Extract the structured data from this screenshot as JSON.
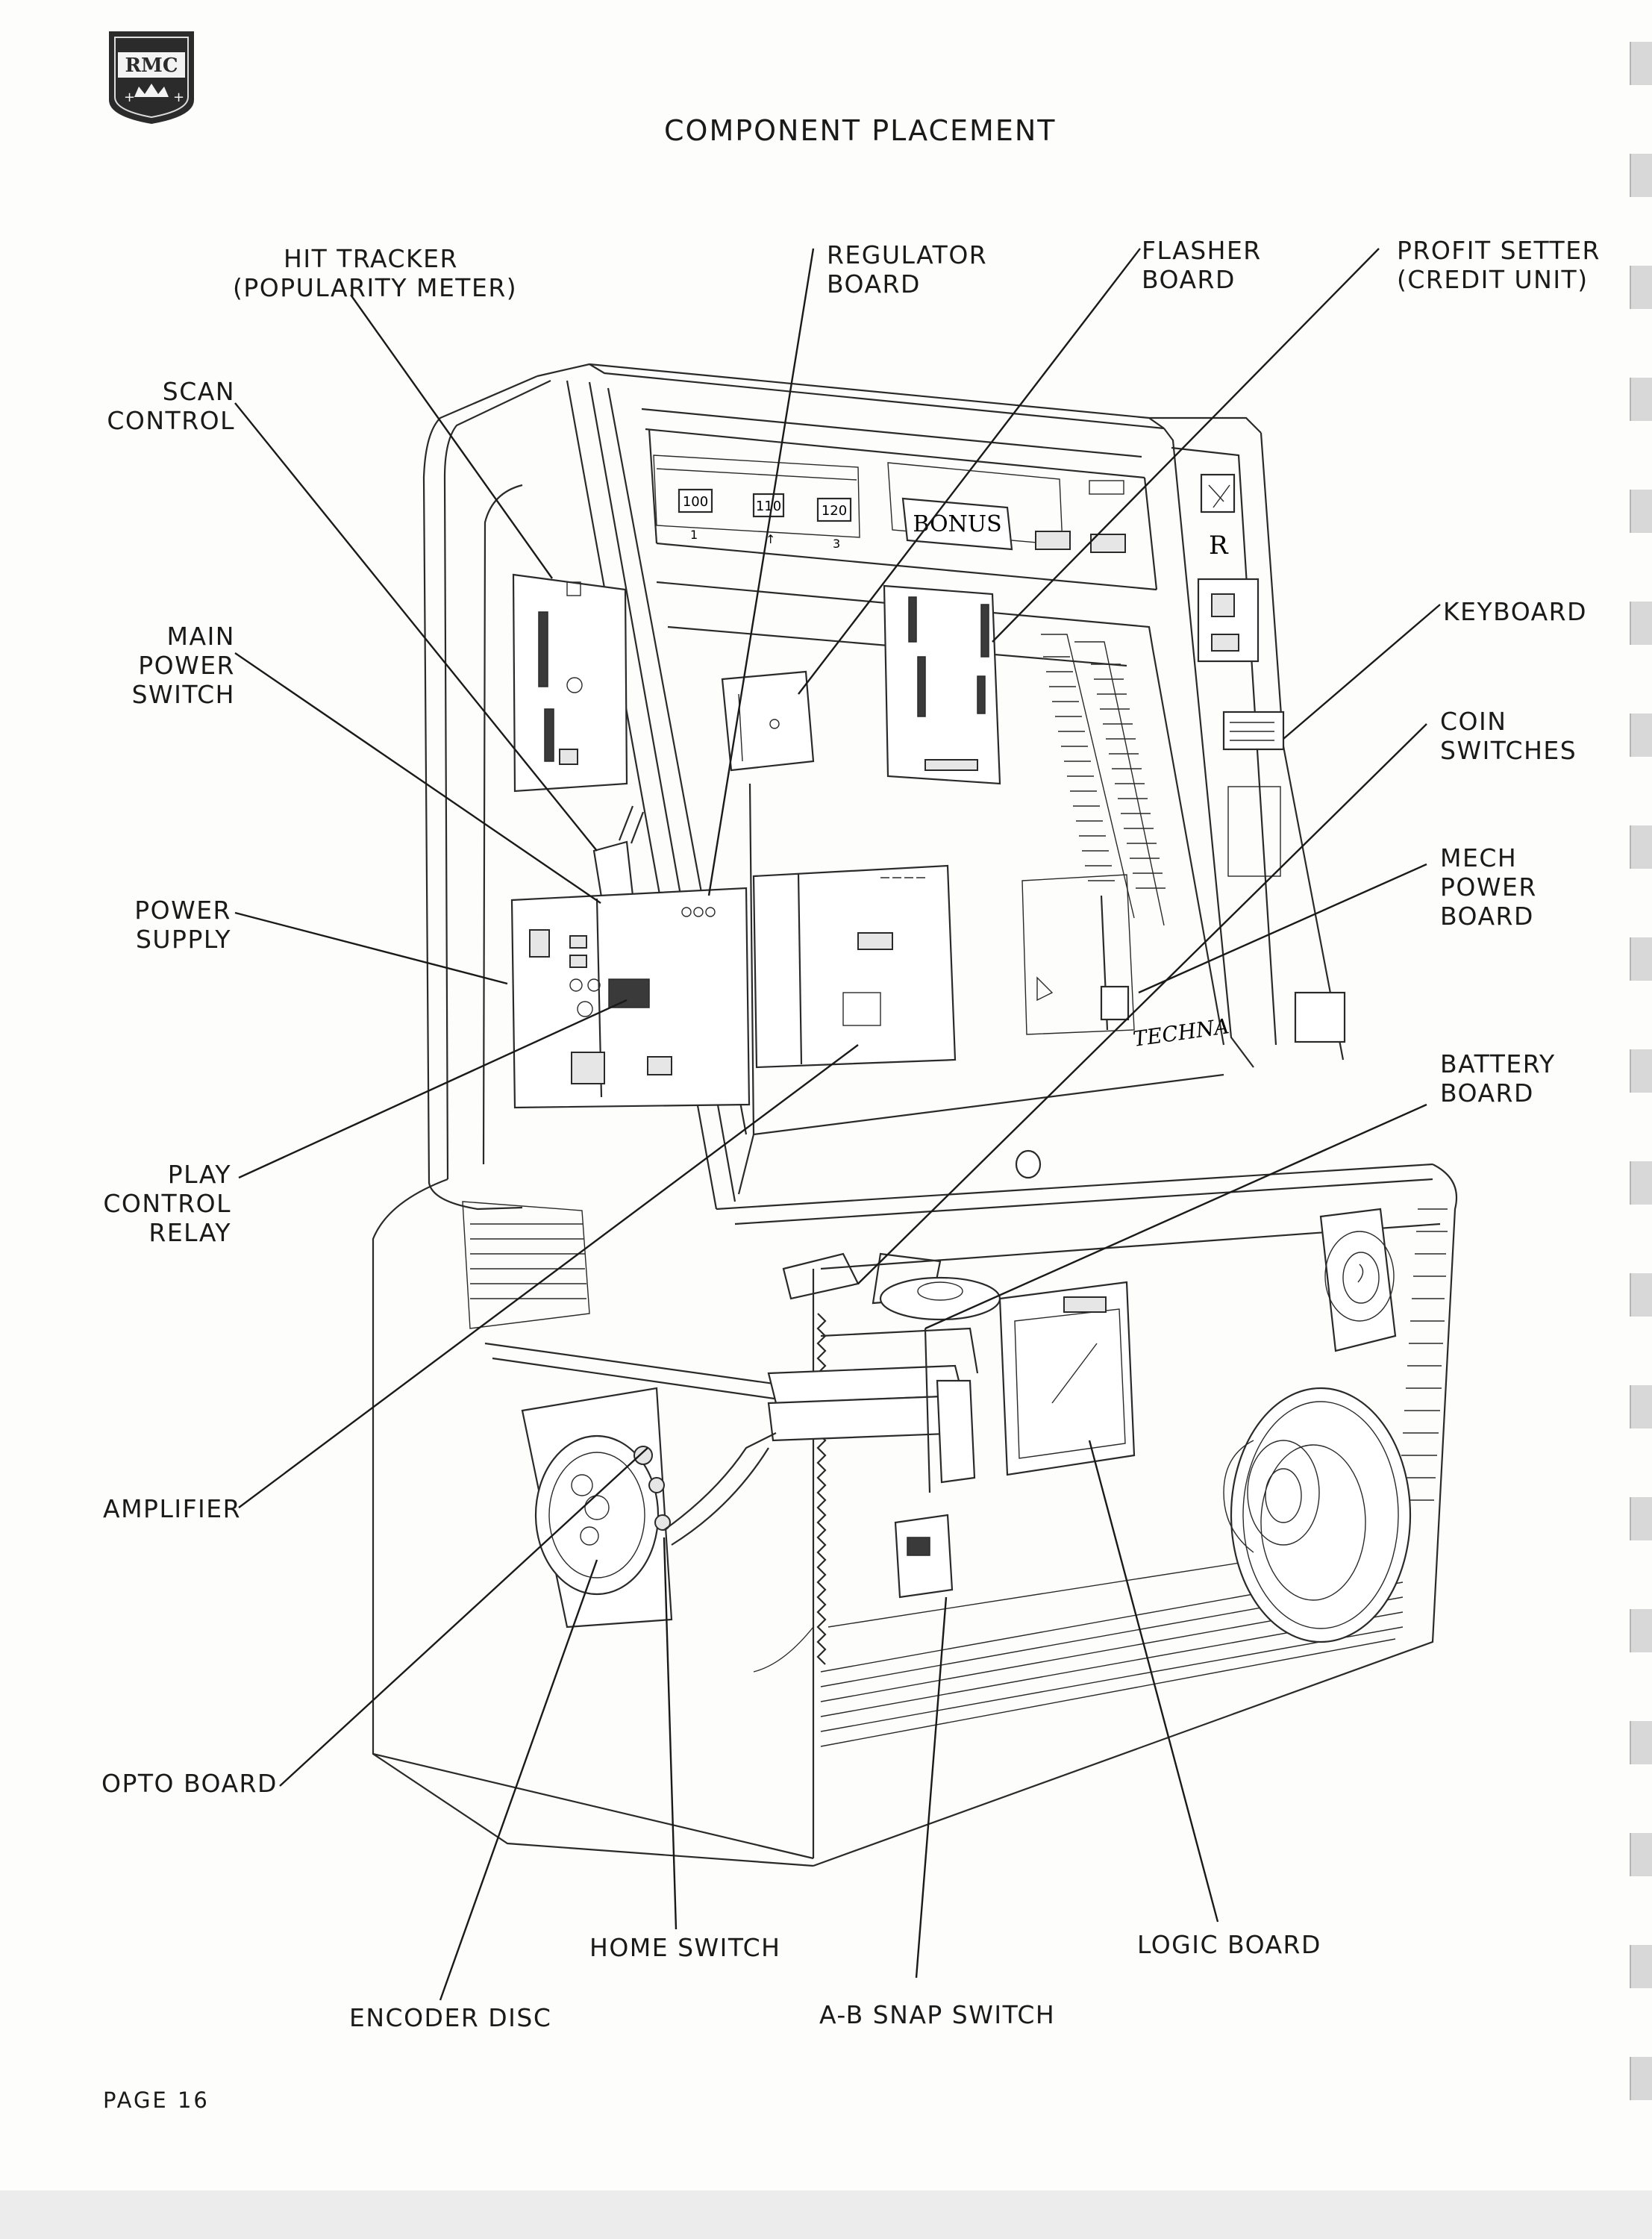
{
  "title": "COMPONENT PLACEMENT",
  "logo": {
    "text": "RMC",
    "emblem": "crown-crest"
  },
  "labels": {
    "hit_tracker": [
      "HIT TRACKER",
      "(POPULARITY METER)"
    ],
    "regulator_board": [
      "REGULATOR",
      "BOARD"
    ],
    "flasher_board": [
      "FLASHER",
      "BOARD"
    ],
    "profit_setter": [
      "PROFIT SETTER",
      "(CREDIT UNIT)"
    ],
    "scan_control": [
      "SCAN",
      "CONTROL"
    ],
    "main_power_switch": [
      "MAIN",
      "POWER",
      "SWITCH"
    ],
    "keyboard": [
      "KEYBOARD"
    ],
    "coin_switches": [
      "COIN",
      "SWITCHES"
    ],
    "power_supply": [
      "POWER",
      "SUPPLY"
    ],
    "mech_power_board": [
      "MECH",
      "POWER",
      "BOARD"
    ],
    "battery_board": [
      "BATTERY",
      "BOARD"
    ],
    "play_control_relay": [
      "PLAY",
      "CONTROL",
      "RELAY"
    ],
    "amplifier": [
      "AMPLIFIER"
    ],
    "opto_board": [
      "OPTO BOARD"
    ],
    "home_switch": [
      "HOME SWITCH"
    ],
    "logic_board": [
      "LOGIC BOARD"
    ],
    "encoder_disc": [
      "ENCODER DISC"
    ],
    "ab_snap_switch": [
      "A-B SNAP SWITCH"
    ]
  },
  "panel": {
    "counters": [
      "100",
      "110",
      "120"
    ],
    "counter_marks": [
      "1",
      "↑",
      "3"
    ],
    "bonus": "BONUS",
    "brand": "TECHNA"
  },
  "page_number": "PAGE 16"
}
